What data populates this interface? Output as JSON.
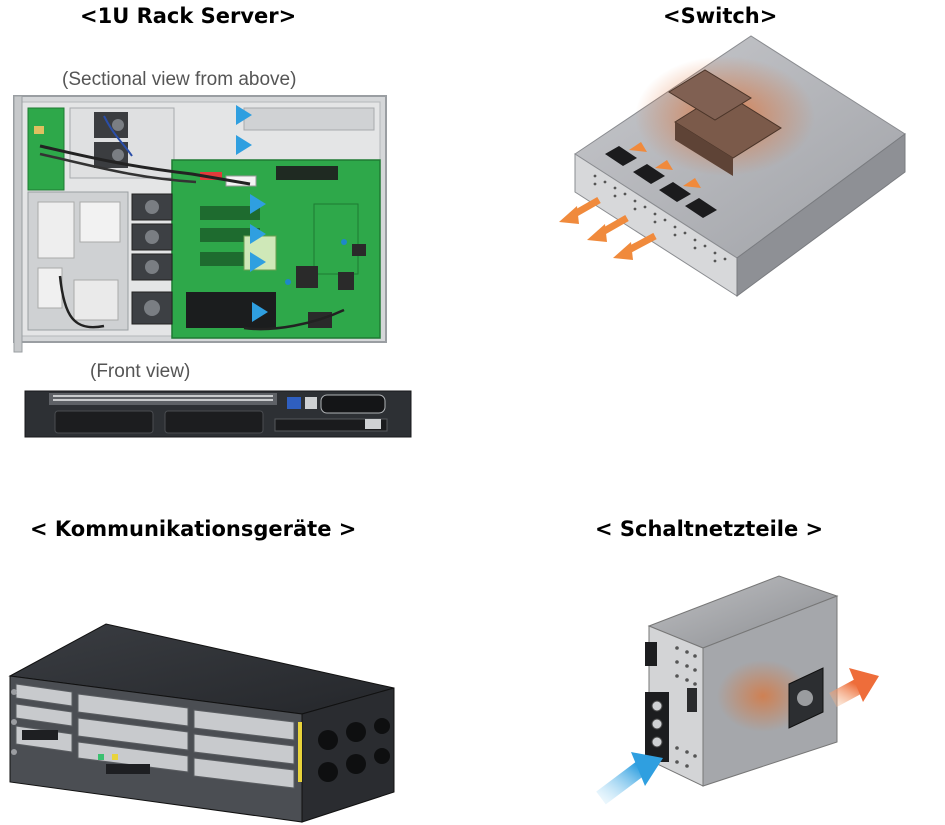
{
  "panels": {
    "rack_server": {
      "title": "<1U Rack Server>",
      "caption_top": "(Sectional view from above)",
      "caption_front": "(Front view)"
    },
    "switch": {
      "title": "<Switch>"
    },
    "communication": {
      "title": "< Kommunikationsgeräte >"
    },
    "psu": {
      "title": "< Schaltnetzteile >"
    }
  },
  "colors": {
    "cool_air": "#3aa6e0",
    "hot_air": "#f08a3c",
    "pcb": "#2ea84a",
    "chassis": "#b9bcbf",
    "dark_chassis": "#2c2f33"
  }
}
